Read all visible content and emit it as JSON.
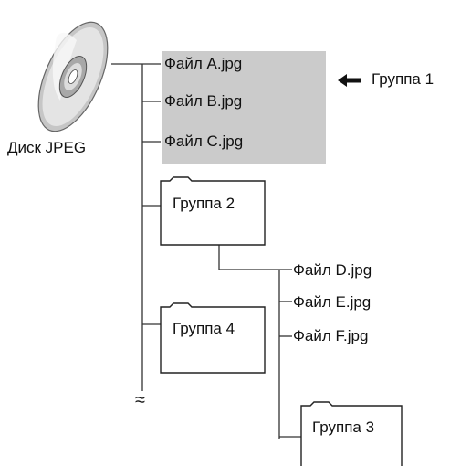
{
  "disc": {
    "label": "Диск JPEG",
    "icon": "cd-disc-icon"
  },
  "group1": {
    "files": [
      "Файл A.jpg",
      "Файл B.jpg",
      "Файл C.jpg"
    ],
    "pointer_label": "Группа 1",
    "pointer_icon": "arrow-left-icon",
    "highlight_color": "#cbcbcb"
  },
  "folders": {
    "group2": {
      "label": "Группа 2",
      "icon": "folder-icon"
    },
    "group3": {
      "label": "Группа 3",
      "icon": "folder-icon"
    },
    "group4": {
      "label": "Группа 4",
      "icon": "folder-icon"
    }
  },
  "group2_files": [
    "Файл D.jpg",
    "Файл E.jpg",
    "Файл F.jpg"
  ],
  "continuation_symbol": "≈",
  "colors": {
    "line": "#333333",
    "text": "#111111"
  }
}
